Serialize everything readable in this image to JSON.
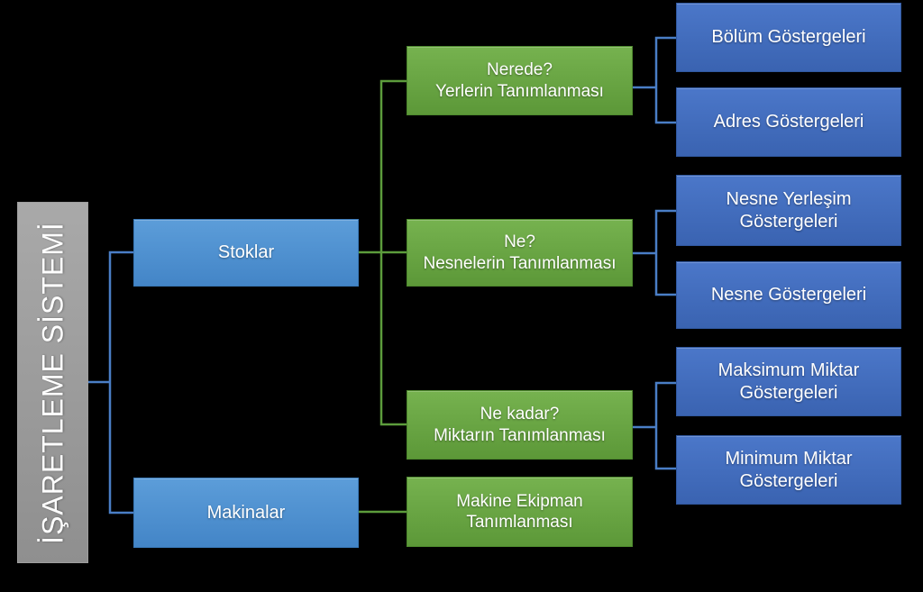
{
  "colors": {
    "bg": "#000000",
    "text": "#FFFFFF",
    "bar_top": "#A9A9A9",
    "bar_bottom": "#8F8F8F",
    "bar_border": "#9E9E9E",
    "blue1_top": "#5C9DD9",
    "blue1_bottom": "#4385C7",
    "blue1_border": "#3A79B8",
    "green_top": "#76B24F",
    "green_bottom": "#5C9838",
    "green_border": "#4E8A2E",
    "blue2_top": "#4B77C9",
    "blue2_bottom": "#3A63B1",
    "blue2_border": "#30589F",
    "line_blue": "#4A7EC6",
    "line_green": "#5C9C3C"
  },
  "diagram": {
    "root_label": "İŞARETLEME SİSTEMİ",
    "level1": [
      {
        "label": "Stoklar"
      },
      {
        "label": "Makinalar"
      }
    ],
    "level2": [
      {
        "line1": "Nerede?",
        "line2": "Yerlerin Tanımlanması"
      },
      {
        "line1": "Ne?",
        "line2": "Nesnelerin Tanımlanması"
      },
      {
        "line1": "Ne kadar?",
        "line2": "Miktarın Tanımlanması"
      },
      {
        "line1": "Makine Ekipman",
        "line2": "Tanımlanması"
      }
    ],
    "level3": [
      {
        "label": "Bölüm Göstergeleri"
      },
      {
        "label": "Adres Göstergeleri"
      },
      {
        "label": "Nesne Yerleşim Göstergeleri"
      },
      {
        "label": "Nesne Göstergeleri"
      },
      {
        "label": "Maksimum Miktar Göstergeleri"
      },
      {
        "label": "Minimum Miktar Göstergeleri"
      }
    ]
  }
}
